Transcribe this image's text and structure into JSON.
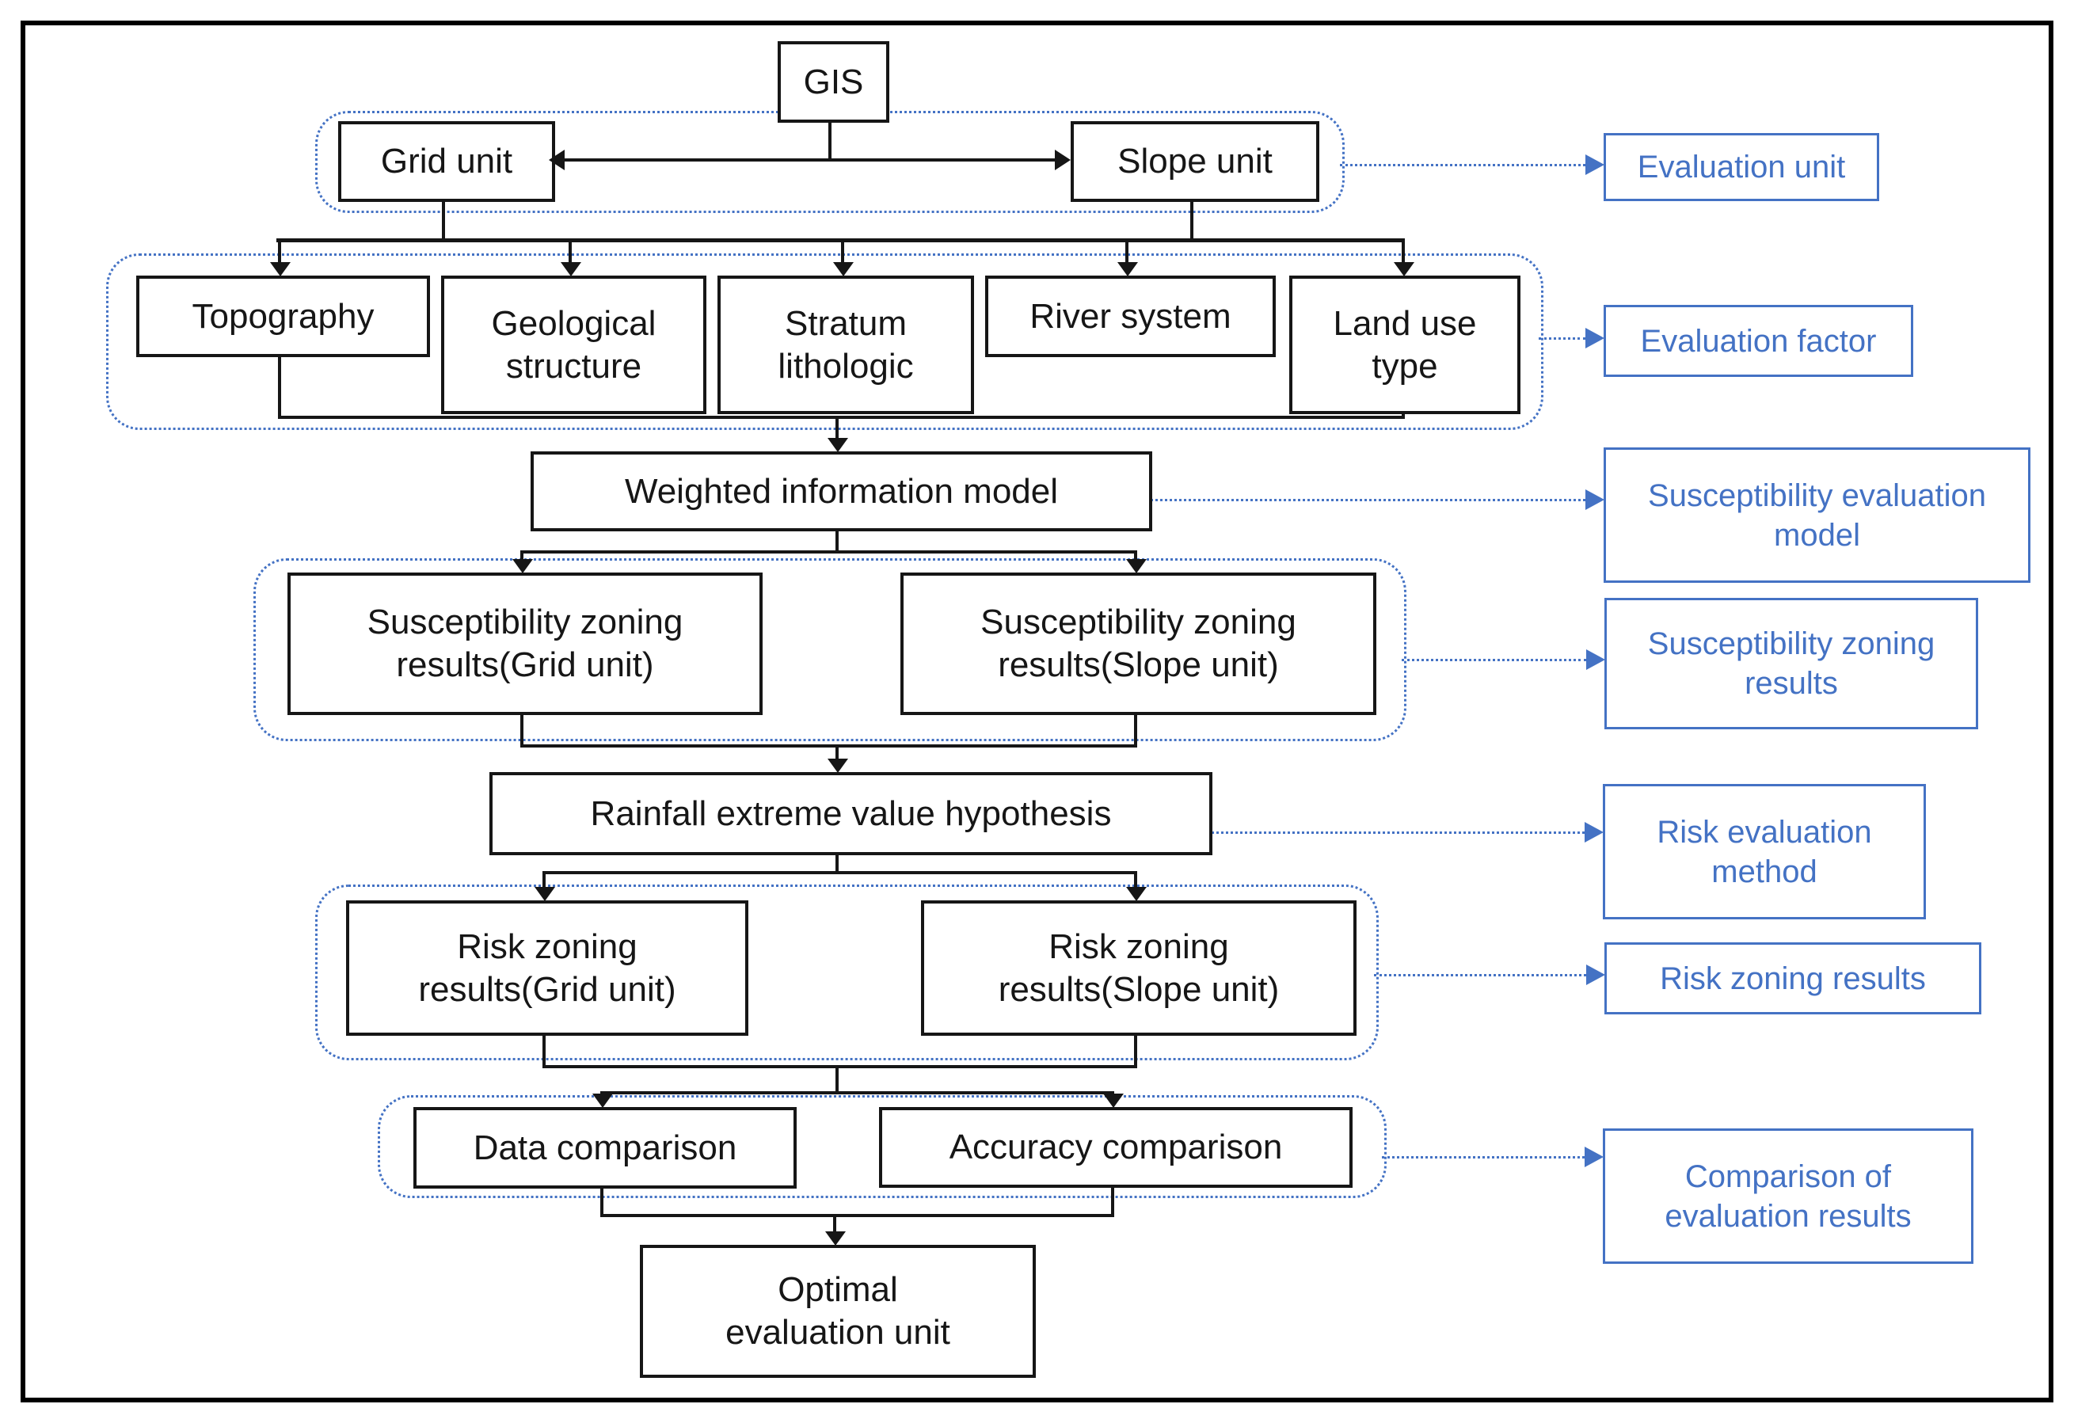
{
  "diagram": {
    "nodes": {
      "gis": "GIS",
      "grid_unit": "Grid unit",
      "slope_unit": "Slope unit",
      "topography": "Topography",
      "geological_structure": "Geological\nstructure",
      "stratum_lithologic": "Stratum\nlithologic",
      "river_system": "River system",
      "land_use_type": "Land use\ntype",
      "weighted_model": "Weighted information model",
      "susceptibility_grid": "Susceptibility zoning\nresults(Grid unit)",
      "susceptibility_slope": "Susceptibility zoning\nresults(Slope unit)",
      "rainfall": "Rainfall extreme value hypothesis",
      "risk_grid": "Risk zoning\nresults(Grid unit)",
      "risk_slope": "Risk zoning\nresults(Slope unit)",
      "data_comparison": "Data comparison",
      "accuracy_comparison": "Accuracy comparison",
      "optimal": "Optimal\nevaluation unit"
    },
    "labels": {
      "evaluation_unit": "Evaluation unit",
      "evaluation_factor": "Evaluation factor",
      "susceptibility_evaluation_model": "Susceptibility evaluation\nmodel",
      "susceptibility_zoning_results": "Susceptibility zoning\nresults",
      "risk_evaluation_method": "Risk evaluation\nmethod",
      "risk_zoning_results": "Risk zoning results",
      "comparison_of_evaluation_results": "Comparison of\nevaluation results"
    },
    "colors": {
      "accent_blue": "#4472c4",
      "line_black": "#161616"
    }
  }
}
